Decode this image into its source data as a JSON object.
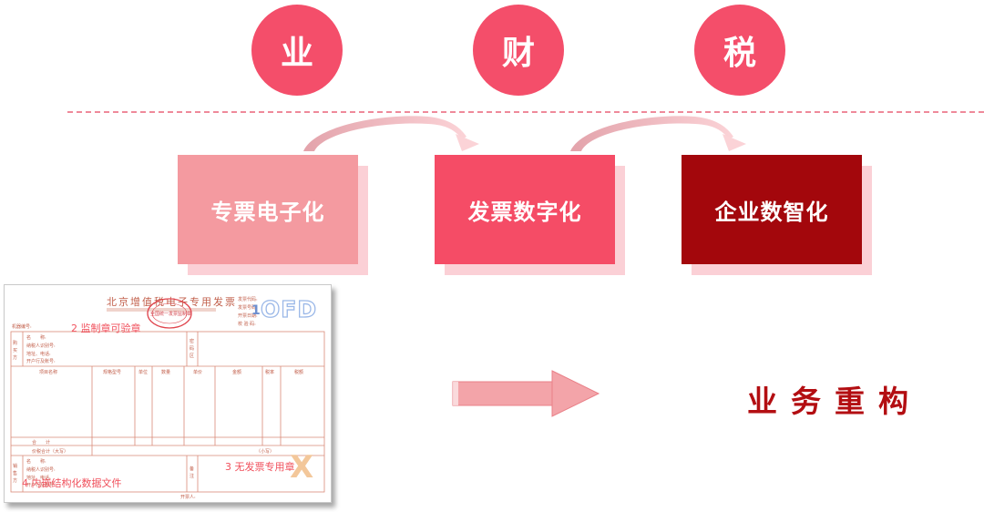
{
  "top_circles": [
    {
      "label": "业",
      "color": "#f44e6a"
    },
    {
      "label": "财",
      "color": "#f44e6a"
    },
    {
      "label": "税",
      "color": "#f44e6a"
    }
  ],
  "stages": [
    {
      "label": "专票电子化",
      "color": "#f49aa0"
    },
    {
      "label": "发票数字化",
      "color": "#f54c66"
    },
    {
      "label": "企业数智化",
      "color": "#a3070c"
    }
  ],
  "invoice": {
    "title": "北京增值税电子专用发票",
    "seal_text": "全国统一发票监制章",
    "fields": {
      "code": "发票代码:",
      "number": "发票号码:",
      "date": "开票日期:",
      "check": "校 验 码:",
      "machine": "机器编号:",
      "buyer": "购买方",
      "password": "密码区",
      "name": "名　　称:",
      "tax_id": "纳税人识别号:",
      "address": "地址、电话:",
      "bank": "开户行及账号:",
      "item": "项目名称",
      "spec": "规格型号",
      "unit": "单位",
      "qty": "数量",
      "price": "单价",
      "amount": "金额",
      "rate": "税率",
      "tax": "税额",
      "total": "合　　计",
      "total_words": "价税合计（大写）",
      "total_small": "（小写）",
      "seller": "销售方",
      "remark": "备注",
      "issuer": "开票人:"
    },
    "annotations": {
      "seal": "2 监制章可验章",
      "no_seal": "3 无发票专用章",
      "embedded": "4 内嵌结构化数据文件"
    },
    "ofd": "OFD",
    "mark_1": "1",
    "mark_x": "X"
  },
  "result_label": "业务重构"
}
